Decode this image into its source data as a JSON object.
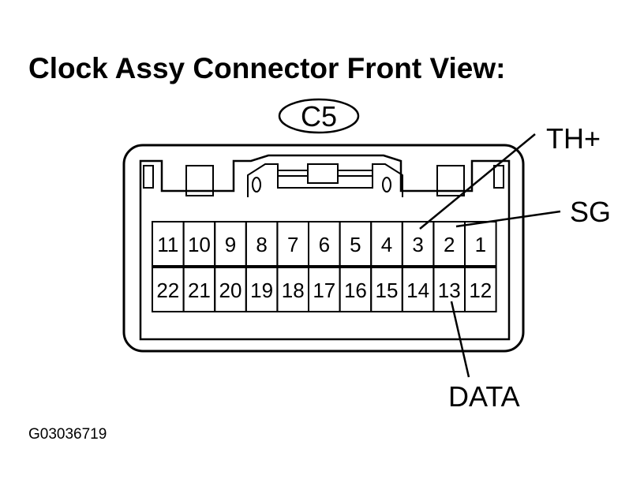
{
  "title": "Clock Assy Connector Front View:",
  "connector_id": "C5",
  "pins": {
    "row1": [
      "11",
      "10",
      "9",
      "8",
      "7",
      "6",
      "5",
      "4",
      "3",
      "2",
      "1"
    ],
    "row2": [
      "22",
      "21",
      "20",
      "19",
      "18",
      "17",
      "16",
      "15",
      "14",
      "13",
      "12"
    ]
  },
  "callouts": {
    "th_plus": "TH+",
    "sg": "SG",
    "data": "DATA"
  },
  "figure_id": "G03036719"
}
